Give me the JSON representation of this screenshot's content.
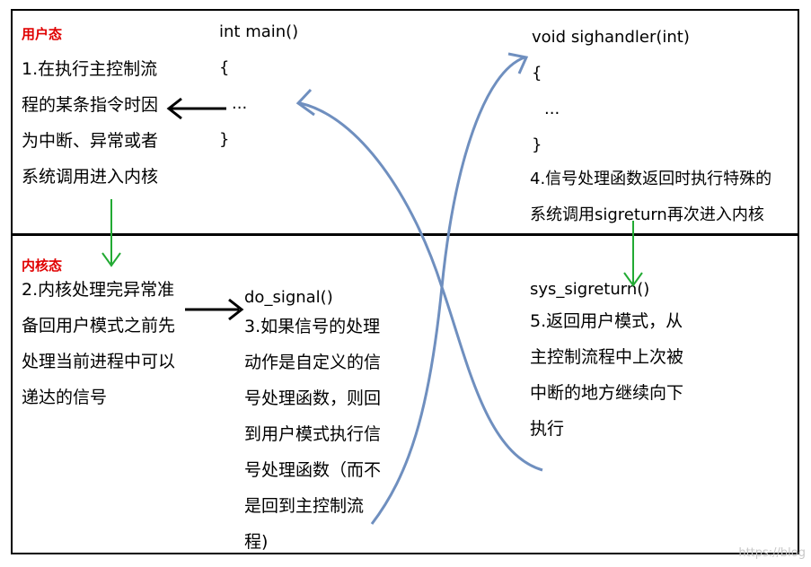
{
  "user_mode": {
    "label": "用户态",
    "step1": [
      "1.在执行主控制流",
      "程的某条指令时因",
      "为中断、异常或者",
      "系统调用进入内核"
    ]
  },
  "kernel_mode": {
    "label": "内核态",
    "step2": [
      "2.内核处理完异常准",
      "备回用户模式之前先",
      "处理当前进程中可以",
      "递达的信号"
    ]
  },
  "main_code": [
    "int main()",
    "{",
    "  ...",
    "}"
  ],
  "handler_code": [
    "void sighandler(int)",
    "{",
    "  ...",
    "}"
  ],
  "step4": [
    "4.信号处理函数返回时执行特殊的",
    "系统调用sigreturn再次进入内核"
  ],
  "do_signal": {
    "title": "do_signal()",
    "step3": [
      "3.如果信号的处理",
      "动作是自定义的信",
      "号处理函数，则回",
      "到用户模式执行信",
      "号处理函数（而不",
      "是回到主控制流",
      "程)"
    ]
  },
  "sys_sigreturn": {
    "title": "sys_sigreturn()",
    "step5": [
      "5.返回用户模式，从",
      "主控制流程中上次被",
      "中断的地方继续向下",
      "执行"
    ]
  },
  "watermark": "https://blog",
  "colors": {
    "label": "#e00000",
    "green_arrow": "#22aa33",
    "blue_curve": "#6f8fbf",
    "black": "#000000"
  }
}
